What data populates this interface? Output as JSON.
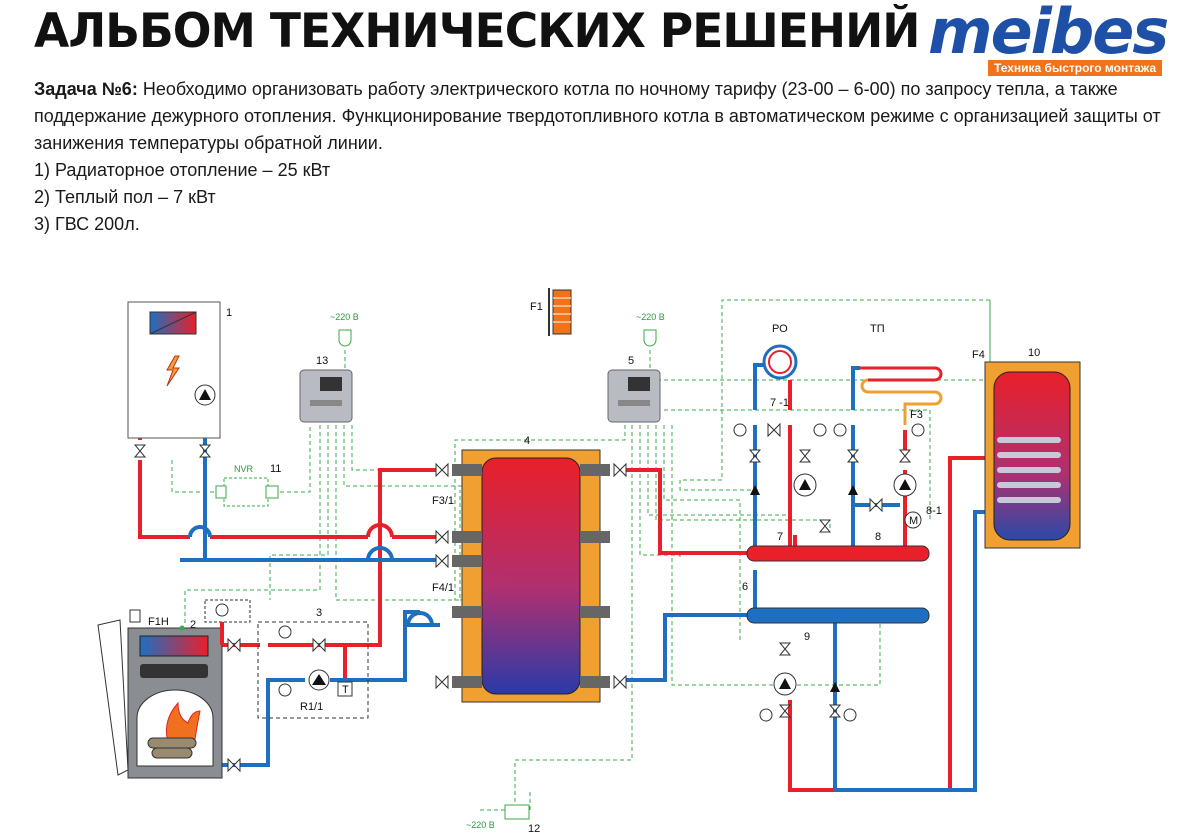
{
  "header": {
    "title": "АЛЬБОМ ТЕХНИЧЕСКИХ РЕШЕНИЙ",
    "brand": "meibes",
    "brand_tagline": "Техника быстрого монтажа"
  },
  "task": {
    "label": "Задача №6:",
    "text": "Необходимо организовать работу электрического котла по ночному тарифу (23-00 – 6-00) по запросу тепла, а также поддержание дежурного отопления. Функционирование твердотопливного котла в автоматическом режиме с организацией защиты от занижения температуры обратной линии.",
    "items": [
      "1) Радиаторное отопление – 25 кВт",
      "2) Теплый пол – 7 кВт",
      "3) ГВС 200л."
    ]
  },
  "diagram": {
    "labels": {
      "n1": "1",
      "n2": "2",
      "n3": "3",
      "n4": "4",
      "n5": "5",
      "n6": "6",
      "n7": "7",
      "n7_1": "7 -1",
      "n8": "8",
      "n8_1": "8-1",
      "n9": "9",
      "n10": "10",
      "n11": "11",
      "n12": "12",
      "n13": "13",
      "nvr": "NVR",
      "f1": "F1",
      "f1h": "F1H",
      "f3": "F3",
      "f3_1": "F3/1",
      "f4": "F4",
      "f4_1": "F4/1",
      "r1_1": "R1/1",
      "ro": "РО",
      "tp": "ТП",
      "v220a": "~220 В",
      "v220b": "~220 В",
      "v220c": "~220 В",
      "t": "T",
      "m": "M"
    },
    "colors": {
      "supply": "#e8202a",
      "return": "#1e6fc0",
      "control": "#3aaa4a",
      "tank": "#f0a030"
    }
  }
}
